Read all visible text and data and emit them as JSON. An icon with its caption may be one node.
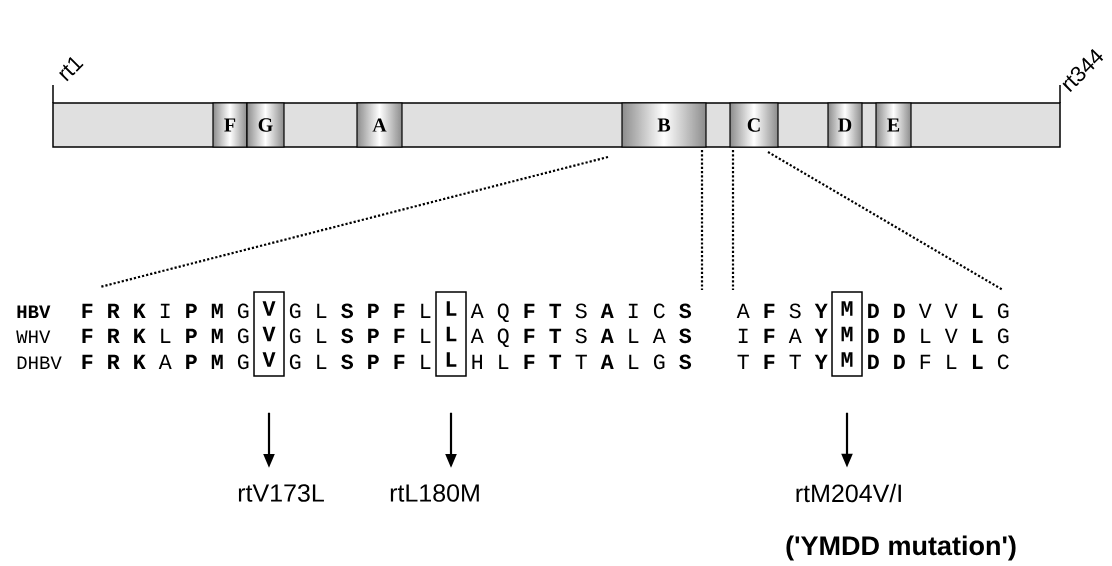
{
  "diagram": {
    "nodes": [
      {
        "text": [],
        "shape": "bar"
      },
      {
        "text": [
          "F"
        ],
        "in": 0
      },
      {
        "text": [
          "G"
        ],
        "in": 0
      },
      {
        "text": [
          "A"
        ],
        "in": 0
      },
      {
        "text": [
          "B"
        ],
        "in": 0
      },
      {
        "text": [
          "C"
        ],
        "in": 0
      },
      {
        "text": [
          "D"
        ],
        "in": 0
      },
      {
        "text": [
          "E"
        ],
        "in": 0
      },
      {
        "text": [
          "V",
          "V",
          "V"
        ]
      },
      {
        "text": [
          "L",
          "L",
          "L"
        ]
      },
      {
        "text": [
          "M",
          "M",
          "M"
        ]
      },
      {
        "text": [
          "rtV173L"
        ]
      },
      {
        "text": [
          "rtL180M"
        ]
      },
      {
        "text": [
          "rtM204V/I"
        ],
        "beside": [
          "('YMDD mutation')"
        ]
      }
    ],
    "edges": [
      {
        "from": 8,
        "to": 11,
        "arrow": "to"
      },
      {
        "from": 9,
        "to": 12,
        "arrow": "to"
      },
      {
        "from": 10,
        "to": 13,
        "arrow": "to"
      }
    ],
    "labels": [
      "rt1",
      "rt344",
      "HBV",
      "**F R K** I **P M** G",
      "G L **S P F** L",
      "A Q **F T** S **A** I C **S**",
      "A **F** S **Y**",
      "**D D** V V **L** G",
      "WHV",
      "**F R K** L **P M** G",
      "G L **S P F** L",
      "A Q **F T** S **A** L A **S**",
      "I **F** A **Y**",
      "**D D** L V **L** G",
      "DHBV",
      "**F R K** A **P M** G",
      "G L **S P F** L",
      "H L **F T** T **A** L G **S**",
      "T **F** T **Y**",
      "**D D** F L **L** C"
    ]
  }
}
